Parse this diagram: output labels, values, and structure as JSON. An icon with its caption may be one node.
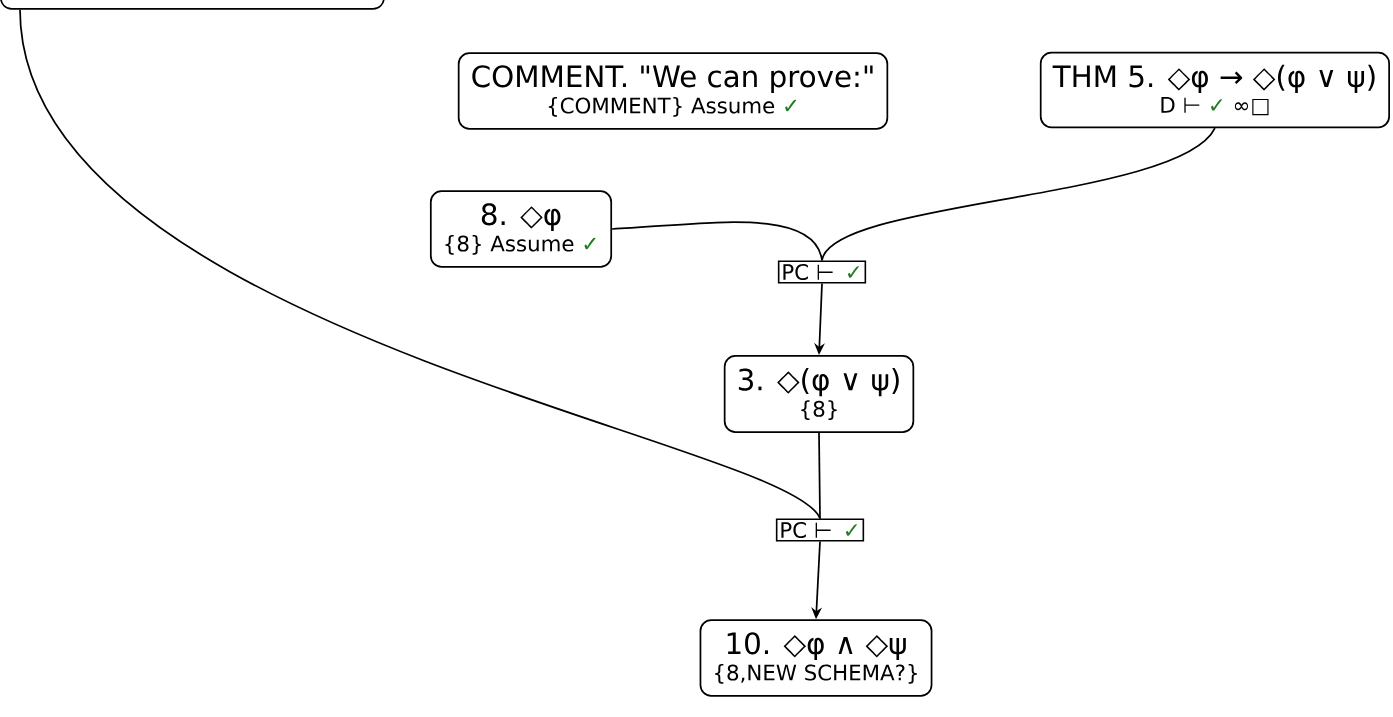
{
  "diagram": {
    "nodes": [
      {
        "text": [],
        "shape": "box"
      },
      {
        "text": [
          "COMMENT. \"We can prove:\"",
          "{COMMENT} Assume",
          "✓"
        ]
      },
      {
        "text": [
          "THM 5. ◇φ → ◇(φ ∨ ψ)",
          "D ⊢",
          "✓",
          "∞□"
        ]
      },
      {
        "text": [
          "8. ◇φ",
          "{8} Assume",
          "✓"
        ]
      },
      {
        "text": [
          "PC ⊢",
          "✓"
        ]
      },
      {
        "text": [
          "3. ◇(φ ∨ ψ)",
          "{8}"
        ]
      },
      {
        "text": [
          "PC ⊢",
          "✓"
        ]
      },
      {
        "text": [
          "10. ◇φ ∧ ◇ψ",
          "{8,NEW SCHEMA?}"
        ]
      }
    ],
    "edges": [
      {
        "from": 3,
        "to": 4,
        "arrow": "none"
      },
      {
        "from": 2,
        "to": 4,
        "arrow": "none"
      },
      {
        "from": 4,
        "to": 5,
        "arrow": "to"
      },
      {
        "from": 0,
        "to": 6,
        "arrow": "none"
      },
      {
        "from": 5,
        "to": 6,
        "arrow": "none"
      },
      {
        "from": 6,
        "to": 7,
        "arrow": "to"
      }
    ]
  }
}
